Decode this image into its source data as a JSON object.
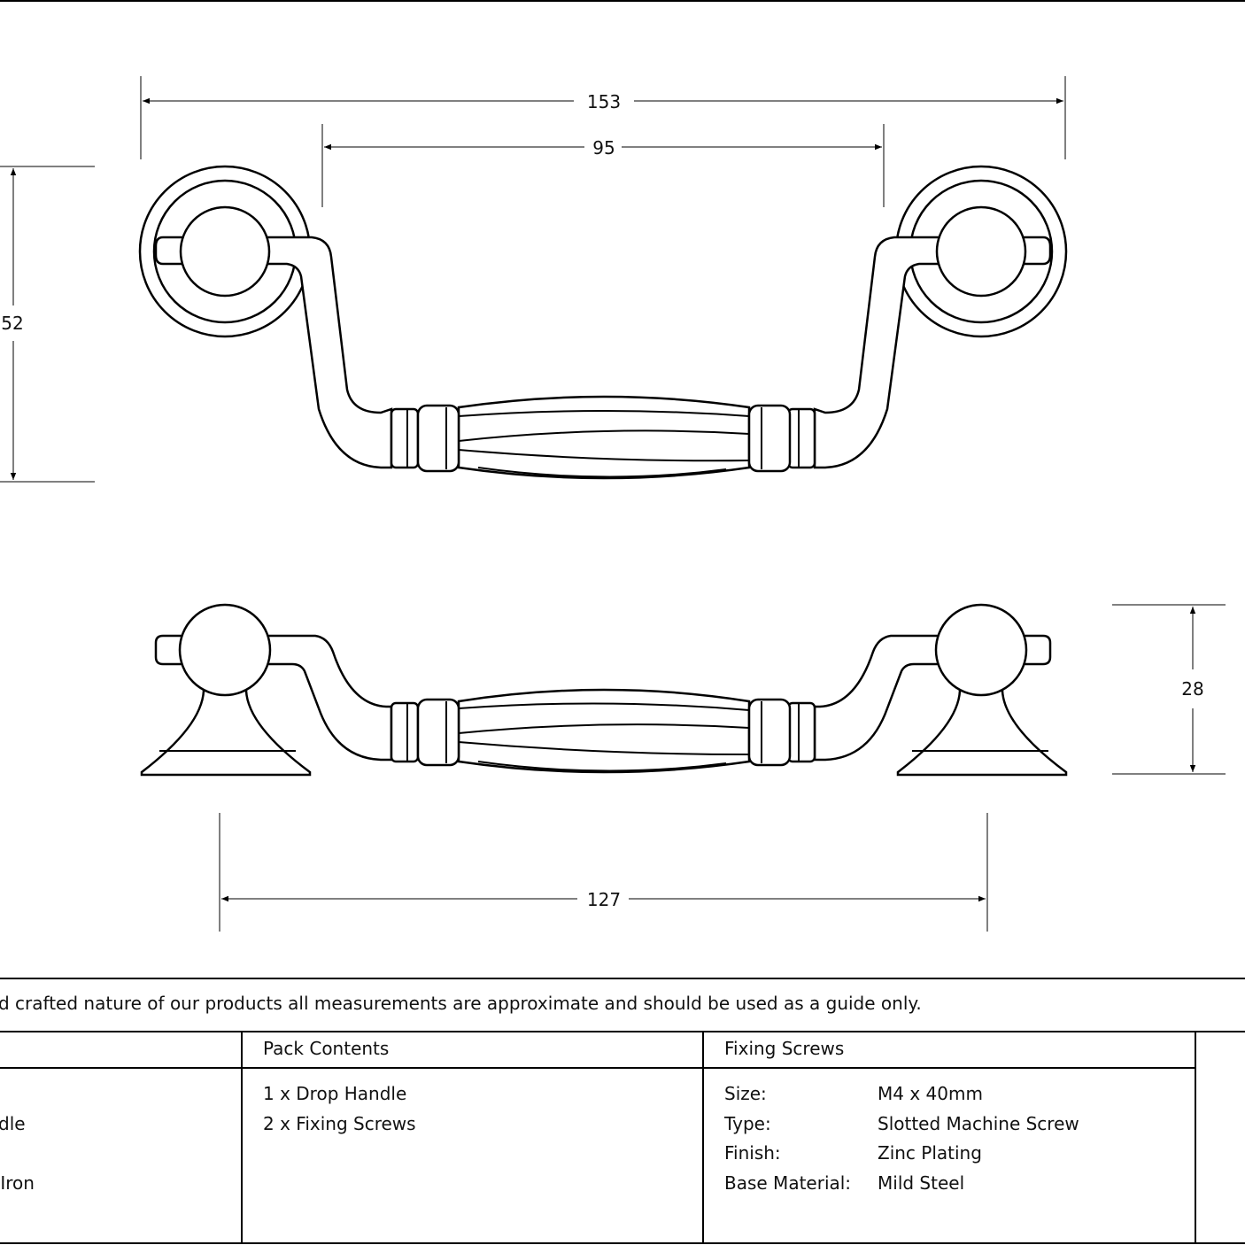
{
  "dimensions": {
    "overall_length": "153",
    "hole_centres_top": "95",
    "height_top": "52",
    "height_side": "28",
    "hole_centres_side": "127"
  },
  "note": "d crafted nature of our products all measurements are approximate and should be used as a guide only.",
  "table": {
    "col1": {
      "line2": "dle",
      "line4": " Iron"
    },
    "pack_contents": {
      "header": "Pack Contents",
      "items": [
        "1 x Drop Handle",
        "2 x Fixing Screws"
      ]
    },
    "fixing_screws": {
      "header": "Fixing Screws",
      "rows": [
        {
          "label": "Size:",
          "value": "M4 x 40mm"
        },
        {
          "label": "Type:",
          "value": "Slotted Machine Screw"
        },
        {
          "label": "Finish:",
          "value": "Zinc Plating"
        },
        {
          "label": "Base Material:",
          "value": "Mild Steel"
        }
      ]
    }
  }
}
